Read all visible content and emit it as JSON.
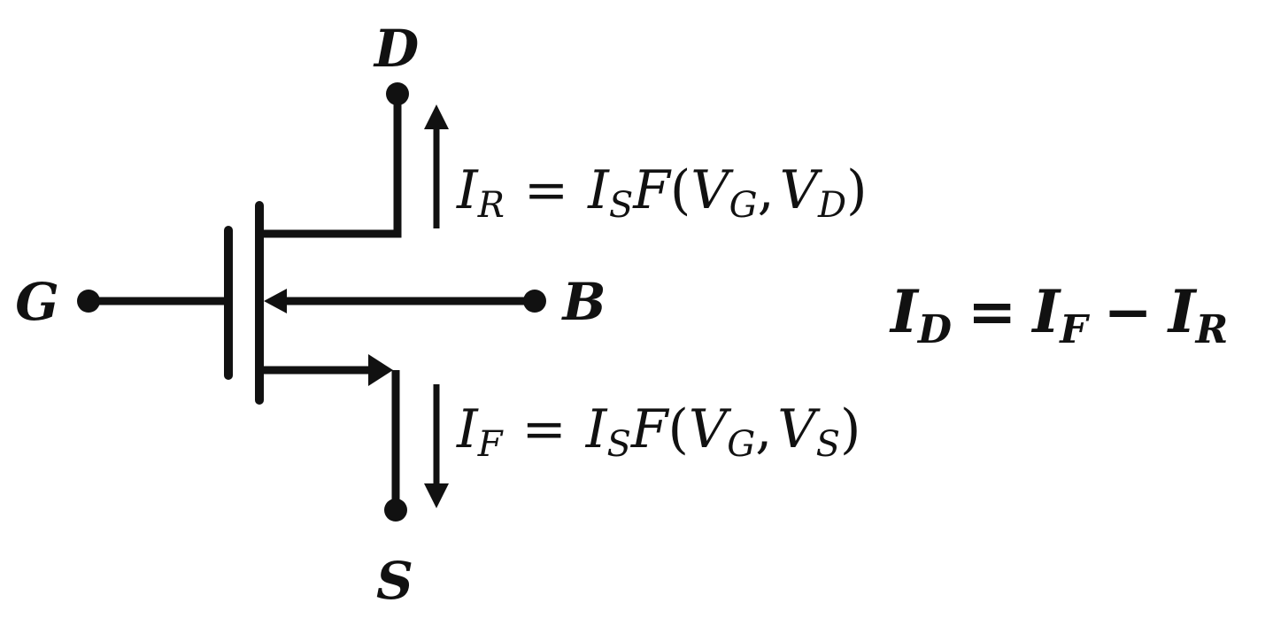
{
  "terminals": {
    "drain": "D",
    "gate": "G",
    "bulk": "B",
    "source": "S"
  },
  "equations": {
    "reverse": {
      "lhs_sym": "I",
      "lhs_sub": "R",
      "eq": "=",
      "rhs_sym": "I",
      "rhs_sub": "S",
      "func": "F",
      "open": "(",
      "arg1_sym": "V",
      "arg1_sub": "G",
      "comma": ",",
      "arg2_sym": "V",
      "arg2_sub": "D",
      "close": ")"
    },
    "forward": {
      "lhs_sym": "I",
      "lhs_sub": "F",
      "eq": "=",
      "rhs_sym": "I",
      "rhs_sub": "S",
      "func": "F",
      "open": "(",
      "arg1_sym": "V",
      "arg1_sub": "G",
      "comma": ",",
      "arg2_sym": "V",
      "arg2_sub": "S",
      "close": ")"
    },
    "drain_current": {
      "lhs_sym": "I",
      "lhs_sub": "D",
      "eq": "=",
      "t1_sym": "I",
      "t1_sub": "F",
      "minus": "−",
      "t2_sym": "I",
      "t2_sub": "R"
    }
  },
  "colors": {
    "ink": "#111111",
    "background": "#ffffff"
  }
}
